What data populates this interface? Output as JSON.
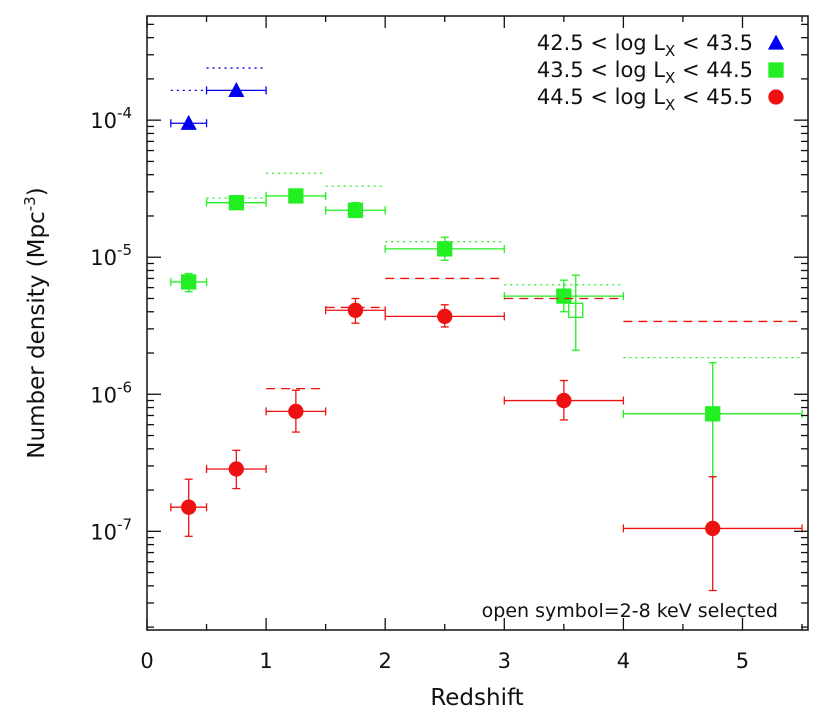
{
  "chart_data": {
    "type": "scatter",
    "xlabel": "Redshift",
    "ylabel": "Number density (Mpc",
    "ylabel_sup": "-3",
    "ylabel_close": ")",
    "xlim": [
      0,
      5.55
    ],
    "ylim_log10": [
      -7.72,
      -3.24
    ],
    "yscale": "log",
    "grid": false,
    "legend_position": "top-right",
    "x_ticks": [
      0,
      1,
      2,
      3,
      4,
      5
    ],
    "y_ticks": [
      {
        "value": 0.0001,
        "base": "10",
        "exp": "-4"
      },
      {
        "value": 1e-05,
        "base": "10",
        "exp": "-5"
      },
      {
        "value": 1e-06,
        "base": "10",
        "exp": "-6"
      },
      {
        "value": 1e-07,
        "base": "10",
        "exp": "-7"
      }
    ],
    "annotation": "open symbol=2-8 keV selected",
    "series": [
      {
        "name": "42.5 < log L",
        "name_sub": "X",
        "name_tail": " < 43.5",
        "color": "#0000ee",
        "marker": "triangle",
        "upper_limit_style": "dotted",
        "points": [
          {
            "x": 0.35,
            "xlo": 0.2,
            "xhi": 0.5,
            "y": 9.5e-05
          },
          {
            "x": 0.75,
            "xlo": 0.5,
            "xhi": 1.0,
            "y": 0.000165
          }
        ],
        "upper_limits": [
          {
            "x0": 0.2,
            "x1": 0.5,
            "y": 0.000165
          },
          {
            "x0": 0.5,
            "x1": 1.0,
            "y": 0.00024
          }
        ]
      },
      {
        "name": "43.5 < log L",
        "name_sub": "X",
        "name_tail": " < 44.5",
        "color": "#22ee22",
        "marker": "square",
        "upper_limit_style": "dotted",
        "points": [
          {
            "x": 0.35,
            "xlo": 0.2,
            "xhi": 0.5,
            "y": 6.6e-06,
            "ylo": 5.6e-06,
            "yhi": 7.6e-06
          },
          {
            "x": 0.75,
            "xlo": 0.5,
            "xhi": 1.0,
            "y": 2.5e-05,
            "ylo": 2.3e-05,
            "yhi": 2.75e-05
          },
          {
            "x": 1.25,
            "xlo": 1.0,
            "xhi": 1.5,
            "y": 2.8e-05,
            "ylo": 2.6e-05,
            "yhi": 3e-05
          },
          {
            "x": 1.75,
            "xlo": 1.5,
            "xhi": 2.0,
            "y": 2.2e-05,
            "ylo": 1.95e-05,
            "yhi": 2.5e-05
          },
          {
            "x": 2.5,
            "xlo": 2.0,
            "xhi": 3.0,
            "y": 1.15e-05,
            "ylo": 9.5e-06,
            "yhi": 1.4e-05
          },
          {
            "x": 3.5,
            "xlo": 3.0,
            "xhi": 4.0,
            "y": 5.2e-06,
            "ylo": 4e-06,
            "yhi": 6.8e-06
          },
          {
            "x": 4.75,
            "xlo": 4.0,
            "xhi": 5.5,
            "y": 7.2e-07,
            "ylo": 2.5e-07,
            "yhi": 1.7e-06
          }
        ],
        "open_points": [
          {
            "x": 3.6,
            "y": 4.1e-06,
            "ylo": 2.1e-06,
            "yhi": 7.4e-06
          }
        ],
        "upper_limits": [
          {
            "x0": 0.5,
            "x1": 1.0,
            "y": 2.7e-05
          },
          {
            "x0": 1.0,
            "x1": 1.5,
            "y": 4.1e-05
          },
          {
            "x0": 1.5,
            "x1": 2.0,
            "y": 3.3e-05
          },
          {
            "x0": 2.0,
            "x1": 3.0,
            "y": 1.3e-05
          },
          {
            "x0": 3.0,
            "x1": 4.0,
            "y": 6.3e-06
          },
          {
            "x0": 4.0,
            "x1": 5.5,
            "y": 1.85e-06
          }
        ]
      },
      {
        "name": "44.5 < log L",
        "name_sub": "X",
        "name_tail": " < 45.5",
        "color": "#ee1111",
        "marker": "circle",
        "upper_limit_style": "dashed",
        "points": [
          {
            "x": 0.35,
            "xlo": 0.2,
            "xhi": 0.5,
            "y": 1.5e-07,
            "ylo": 9.2e-08,
            "yhi": 2.4e-07
          },
          {
            "x": 0.75,
            "xlo": 0.5,
            "xhi": 1.0,
            "y": 2.85e-07,
            "ylo": 2.05e-07,
            "yhi": 3.9e-07
          },
          {
            "x": 1.25,
            "xlo": 1.0,
            "xhi": 1.5,
            "y": 7.5e-07,
            "ylo": 5.3e-07,
            "yhi": 1.07e-06
          },
          {
            "x": 1.75,
            "xlo": 1.5,
            "xhi": 2.0,
            "y": 4.1e-06,
            "ylo": 3.3e-06,
            "yhi": 5e-06
          },
          {
            "x": 2.5,
            "xlo": 2.0,
            "xhi": 3.0,
            "y": 3.7e-06,
            "ylo": 3.1e-06,
            "yhi": 4.5e-06
          },
          {
            "x": 3.5,
            "xlo": 3.0,
            "xhi": 4.0,
            "y": 9e-07,
            "ylo": 6.5e-07,
            "yhi": 1.26e-06
          },
          {
            "x": 4.75,
            "xlo": 4.0,
            "xhi": 5.5,
            "y": 1.05e-07,
            "ylo": 3.7e-08,
            "yhi": 2.5e-07
          }
        ],
        "upper_limits": [
          {
            "x0": 1.0,
            "x1": 1.5,
            "y": 1.1e-06
          },
          {
            "x0": 1.5,
            "x1": 2.0,
            "y": 4.3e-06
          },
          {
            "x0": 2.0,
            "x1": 3.0,
            "y": 7e-06
          },
          {
            "x0": 3.0,
            "x1": 4.0,
            "y": 5e-06
          },
          {
            "x0": 4.0,
            "x1": 5.5,
            "y": 3.4e-06
          }
        ]
      }
    ]
  }
}
